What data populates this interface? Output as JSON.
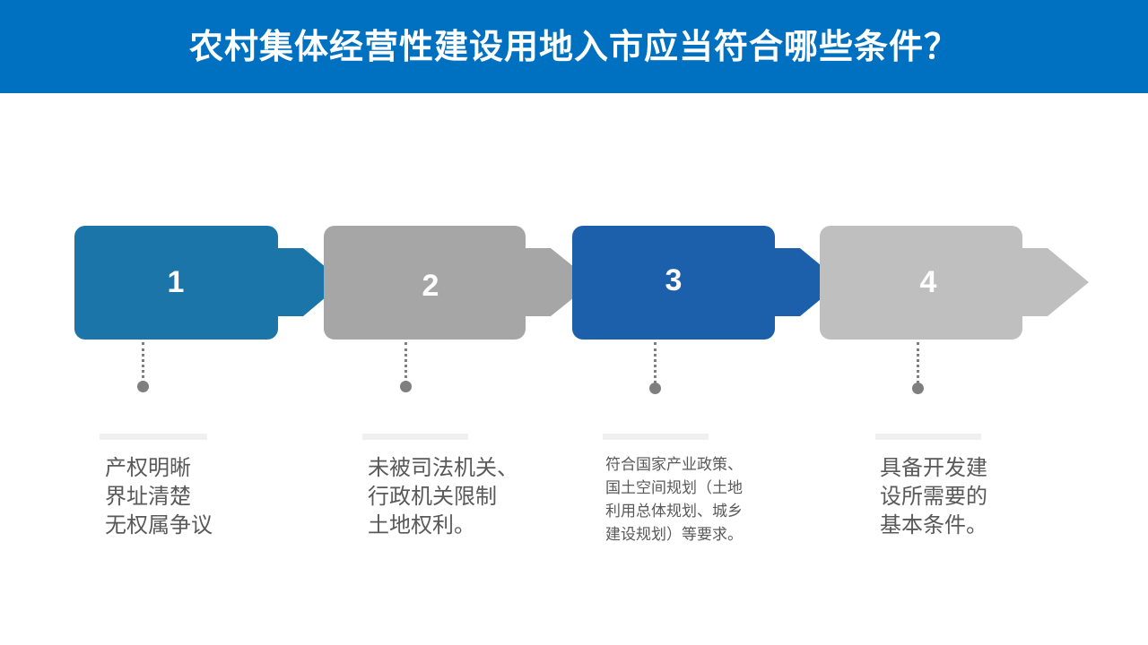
{
  "title": "农村集体经营性建设用地入市应当符合哪些条件？",
  "colors": {
    "header": "#0070c0",
    "step1": "#1b75a8",
    "step2": "#a6a6a6",
    "step3": "#1c5faa",
    "step4": "#bfbfbf",
    "text": "#595959"
  },
  "steps": [
    {
      "number": "1",
      "text": "产权明晰\n界址清楚\n无权属争议"
    },
    {
      "number": "2",
      "text": "未被司法机关、\n行政机关限制\n土地权利。"
    },
    {
      "number": "3",
      "text": "符合国家产业政策、\n国土空间规划（土地\n利用总体规划、城乡\n建设规划）等要求。"
    },
    {
      "number": "4",
      "text": "具备开发建\n设所需要的\n基本条件。"
    }
  ]
}
